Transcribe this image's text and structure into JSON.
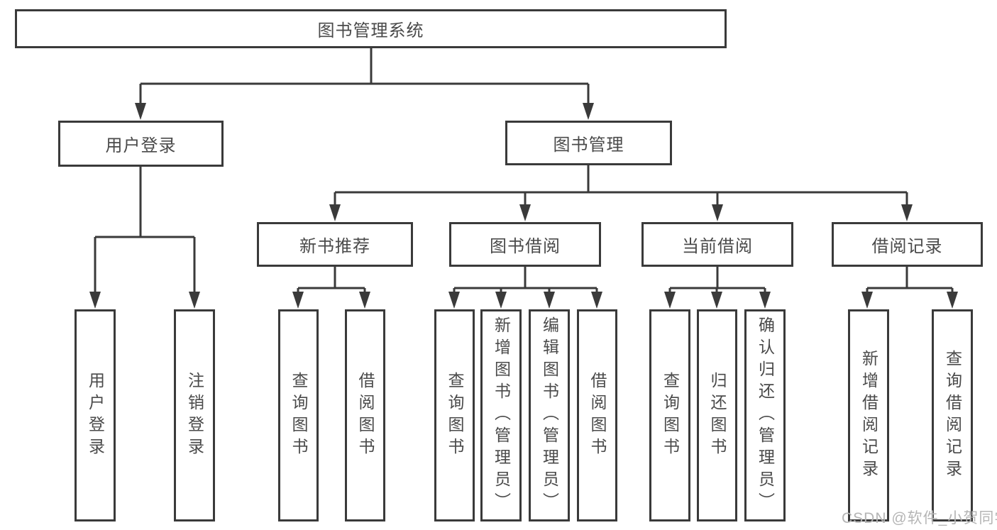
{
  "root": {
    "label": "图书管理系统"
  },
  "branches": {
    "user_login": {
      "label": "用户登录",
      "children": [
        {
          "label": "用户登录"
        },
        {
          "label": "注销登录"
        }
      ]
    },
    "book_management": {
      "label": "图书管理",
      "sections": [
        {
          "label": "新书推荐",
          "children": [
            {
              "label": "查询图书"
            },
            {
              "label": "借阅图书"
            }
          ]
        },
        {
          "label": "图书借阅",
          "children": [
            {
              "label": "查询图书"
            },
            {
              "label": "新增图书（管理员）"
            },
            {
              "label": "编辑图书（管理员）"
            },
            {
              "label": "借阅图书"
            }
          ]
        },
        {
          "label": "当前借阅",
          "children": [
            {
              "label": "查询图书"
            },
            {
              "label": "归还图书"
            },
            {
              "label": "确认归还（管理员）"
            }
          ]
        },
        {
          "label": "借阅记录",
          "children": [
            {
              "label": "新增借阅记录"
            },
            {
              "label": "查询借阅记录"
            }
          ]
        }
      ]
    }
  },
  "watermark": {
    "text": "CSDN @软件_小贺同学"
  },
  "colors": {
    "line": "#3a3a3a",
    "text": "#4a4a4a",
    "watermark": "#b5b5b5",
    "background": "#ffffff"
  }
}
